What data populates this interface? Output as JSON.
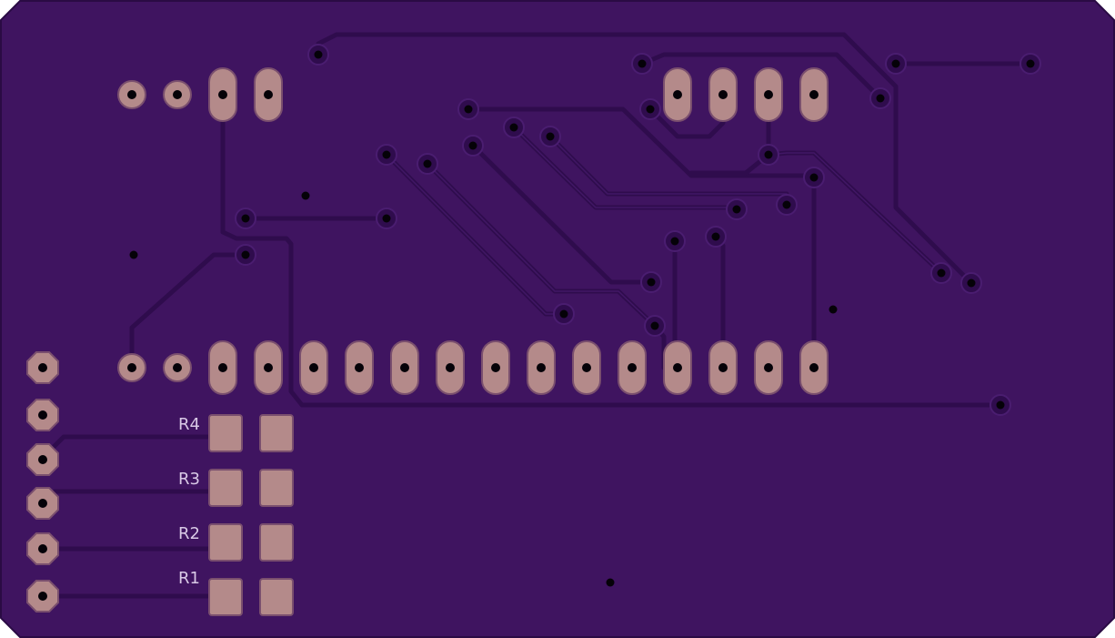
{
  "board": {
    "colors": {
      "substrate": "#3f1460",
      "outline": "#2a0b44",
      "trace": "#2f0c4d",
      "trace_edge": "#4a1d70",
      "pad": "#b48a8a",
      "pad_edge": "#7a4f6e",
      "drill": "#050208",
      "silkscreen": "#d9c9e6"
    }
  },
  "components": {
    "r4": {
      "label": "R4"
    },
    "r3": {
      "label": "R3"
    },
    "r2": {
      "label": "R2"
    },
    "r1": {
      "label": "R1"
    }
  }
}
